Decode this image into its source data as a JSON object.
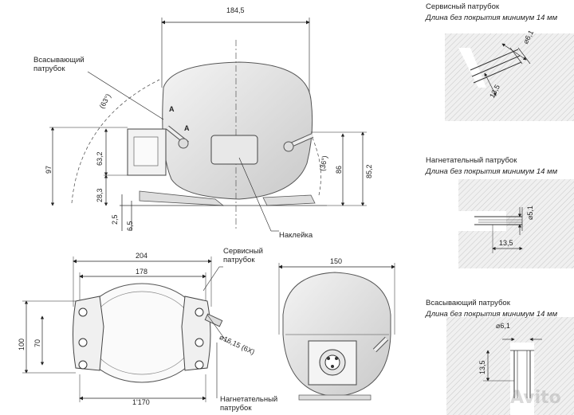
{
  "main_view": {
    "width_dim": "184,5",
    "suction_label": "Всасывающий\nпатрубок",
    "angle63": "(63°)",
    "angle36": "(36°)",
    "marker_a1": "A",
    "marker_a2": "A",
    "dim_97": "97",
    "dim_63_2": "63,2",
    "dim_28_3": "28,3",
    "dim_2_5": "2,5",
    "dim_6_5": "6,5",
    "dim_86": "86",
    "dim_85_2": "85,2",
    "sticker_label": "Наклейка"
  },
  "bottom_view": {
    "dim_204": "204",
    "dim_178": "178",
    "dim_100": "100",
    "dim_70": "70",
    "dim_170": "1'170",
    "hole_dim": "16,15 (6X)",
    "service_label": "Сервисный\nпатрубок",
    "discharge_label": "Нагнетательный\nпатрубок"
  },
  "side_view": {
    "dim_150": "150"
  },
  "details": [
    {
      "title": "Сервисный патрубок",
      "subtitle": "Длина без покрытия минимум 14 мм",
      "dia": "6,1",
      "len": "13,5"
    },
    {
      "title": "Нагнетательный патрубок",
      "subtitle": "Длина без покрытия минимум 14 мм",
      "dia": "5,1",
      "len": "13,5"
    },
    {
      "title": "Всасывающий патрубок",
      "subtitle": "Длина без покрытия минимум 14 мм",
      "dia": "6,1",
      "len": "13,5"
    }
  ],
  "watermark": "Avito"
}
